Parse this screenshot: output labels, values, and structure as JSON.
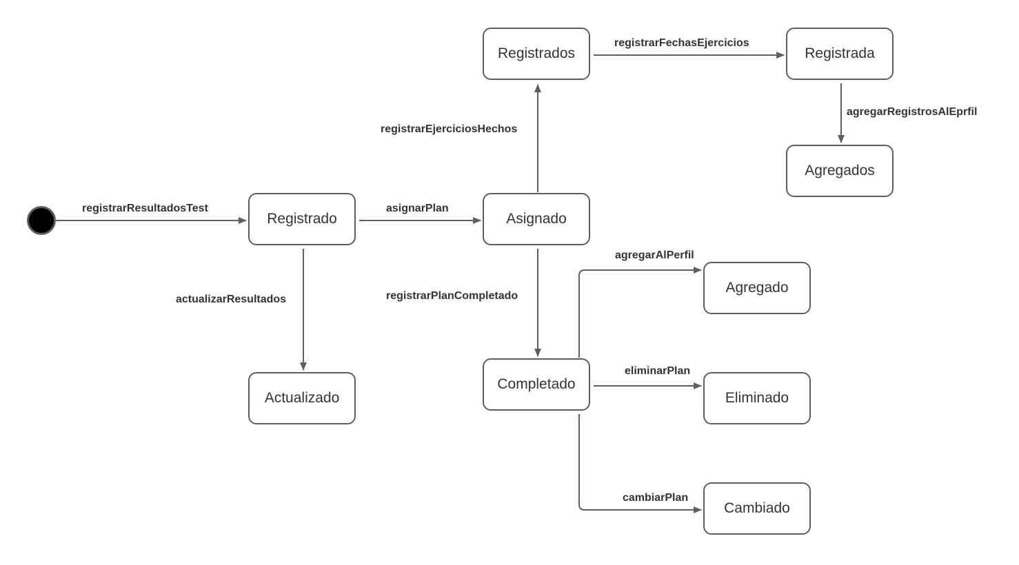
{
  "colors": {
    "stroke": "#5e5e5e",
    "text": "#333333",
    "initial_fill": "#000000",
    "background": "#ffffff"
  },
  "states": {
    "registrado": "Registrado",
    "asignado": "Asignado",
    "registrados": "Registrados",
    "registrada": "Registrada",
    "agregados": "Agregados",
    "actualizado": "Actualizado",
    "completado": "Completado",
    "agregado": "Agregado",
    "eliminado": "Eliminado",
    "cambiado": "Cambiado"
  },
  "transitions": {
    "registrar_resultados_test": "registrarResultadosTest",
    "asignar_plan": "asignarPlan",
    "registrar_ejercicios_hechos": "registrarEjerciciosHechos",
    "registrar_fechas_ejercicios": "registrarFechasEjercicios",
    "agregar_registros_al_eprfil": "agregarRegistrosAlEprfil",
    "actualizar_resultados": "actualizarResultados",
    "registrar_plan_completado": "registrarPlanCompletado",
    "agregar_al_perfil": "agregarAlPerfil",
    "eliminar_plan": "eliminarPlan",
    "cambiar_plan": "cambiarPlan"
  }
}
